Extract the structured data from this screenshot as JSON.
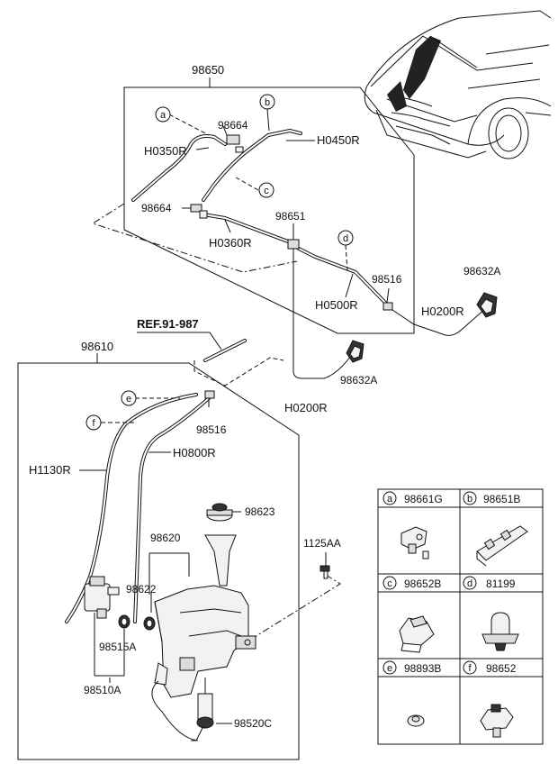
{
  "labels": {
    "l98650": "98650",
    "l98664a": "98664",
    "l98664b": "98664",
    "lH0350R": "H0350R",
    "lH0450R": "H0450R",
    "lH0360R": "H0360R",
    "l98651": "98651",
    "lH0500R": "H0500R",
    "l98516a": "98516",
    "l98632Aa": "98632A",
    "lH0200Ra": "H0200R",
    "l98632Ab": "98632A",
    "lH0200Rb": "H0200R",
    "lREF": "REF.91-987",
    "l98610": "98610",
    "l98516b": "98516",
    "lH1130R": "H1130R",
    "lH0800R": "H0800R",
    "l98623": "98623",
    "l98620": "98620",
    "l98622": "98622",
    "l98515A": "98515A",
    "l98510A": "98510A",
    "l98520C": "98520C",
    "l1125AA": "1125AA"
  },
  "callouts": {
    "a": "a",
    "b": "b",
    "c": "c",
    "d": "d",
    "e": "e",
    "f": "f"
  },
  "legend": {
    "cells": [
      {
        "letter": "a",
        "part": "98661G"
      },
      {
        "letter": "b",
        "part": "98651B"
      },
      {
        "letter": "c",
        "part": "98652B"
      },
      {
        "letter": "d",
        "part": "81199"
      },
      {
        "letter": "e",
        "part": "98893B"
      },
      {
        "letter": "f",
        "part": "98652"
      }
    ]
  }
}
